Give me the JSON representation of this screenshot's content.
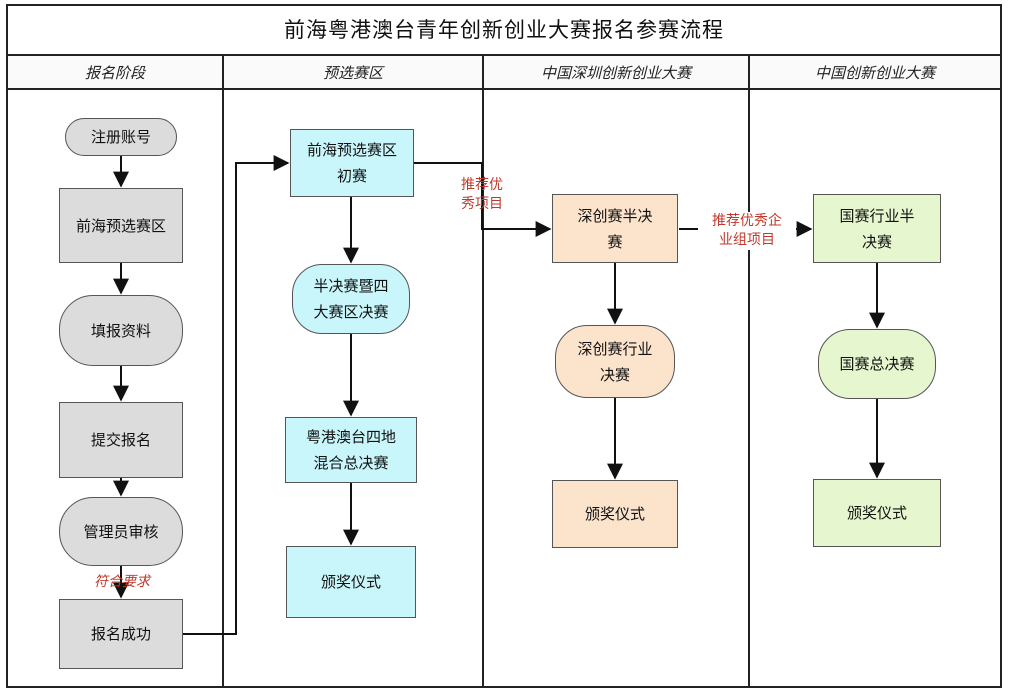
{
  "title": "前海粤港澳台青年创新创业大赛报名参赛流程",
  "lanes": [
    {
      "label": "报名阶段"
    },
    {
      "label": "预选赛区"
    },
    {
      "label": "中国深圳创新创业大赛"
    },
    {
      "label": "中国创新创业大赛"
    }
  ],
  "nodes": {
    "register": "注册账号",
    "qianhai_zone": "前海预选赛区",
    "fill_info": "填报资料",
    "submit": "提交报名",
    "admin_review": "管理员审核",
    "signup_success": "报名成功",
    "preliminary": "前海预选赛区\n初赛",
    "semifinal_four": "半决赛暨四\n大赛区决赛",
    "final_mixed": "粤港澳台四地\n混合总决赛",
    "award_1": "颁奖仪式",
    "sz_semifinal": "深创赛半决\n赛",
    "sz_industry_final": "深创赛行业\n决赛",
    "award_2": "颁奖仪式",
    "national_semifinal": "国赛行业半\n决赛",
    "national_final": "国赛总决赛",
    "award_3": "颁奖仪式"
  },
  "edge_labels": {
    "meets_requirements": "符合要求",
    "recommend_excellent": "推荐优\n秀项目",
    "recommend_enterprise": "推荐优秀企\n业组项目"
  },
  "colors": {
    "gray": "#dcdcdc",
    "cyan": "#c8f6fb",
    "peach": "#fbe3cc",
    "green": "#e6f7cf",
    "label_red": "#c0392b"
  }
}
